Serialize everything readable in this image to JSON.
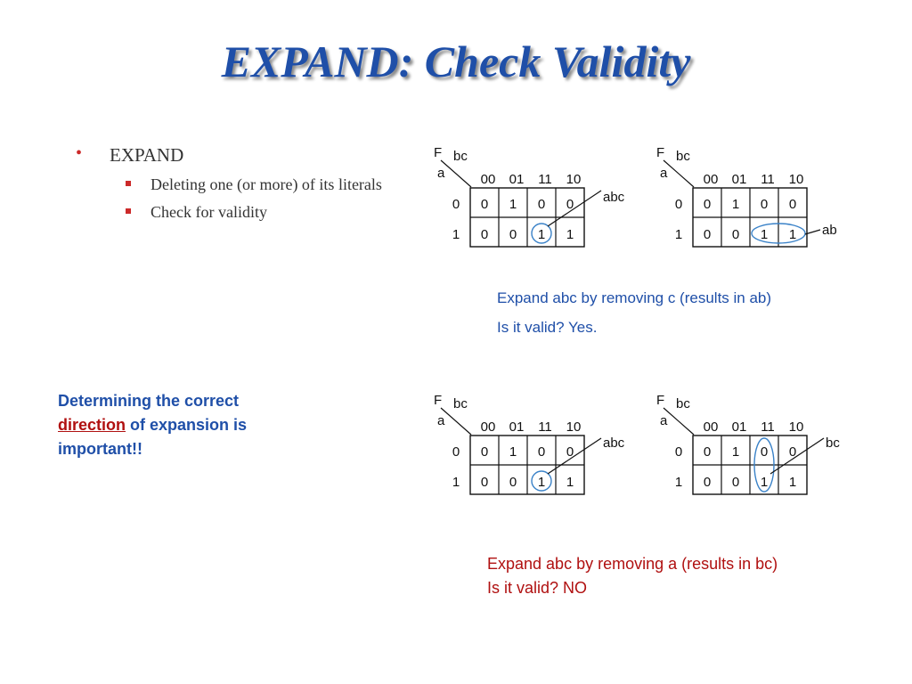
{
  "slide": {
    "title": "EXPAND: Check Validity"
  },
  "bullets": {
    "main": "EXPAND",
    "sub": [
      "Deleting one (or more) of its literals",
      "Check for validity"
    ]
  },
  "note": {
    "pre": "Determining the correct",
    "highlight": "direction",
    "post": "of expansion is important!!"
  },
  "kmaps": {
    "out_label": "F",
    "col_var": "bc",
    "row_var": "a",
    "col_headers": [
      "00",
      "01",
      "11",
      "10"
    ],
    "row_headers": [
      "0",
      "1"
    ],
    "cells": [
      [
        "0",
        "1",
        "0",
        "0"
      ],
      [
        "0",
        "0",
        "1",
        "1"
      ]
    ],
    "label_abc": "abc",
    "label_ab": "ab",
    "label_bc": "bc"
  },
  "captions": {
    "top": [
      "Expand abc by removing c (results in ab)",
      "Is it valid? Yes."
    ],
    "bottom": [
      "Expand abc by removing a (results in bc)",
      "Is it valid? NO"
    ]
  },
  "colors": {
    "title": "#1f4fa8",
    "accent_red": "#cc2a2a",
    "circle": "#3a82c8",
    "caption_blue": "#1f4fa8",
    "caption_red": "#b01010"
  }
}
